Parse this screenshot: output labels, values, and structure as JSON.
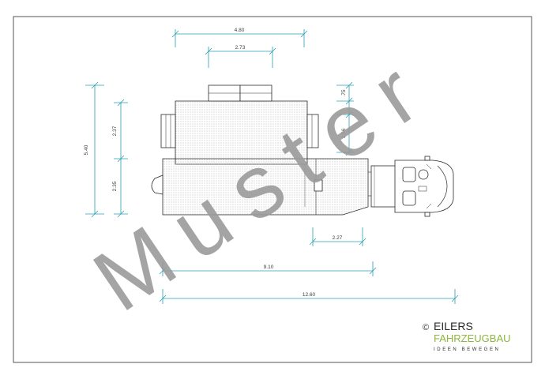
{
  "dimensions": {
    "top_outer": "4.80",
    "top_inner": "2.73",
    "left_total": "5.40",
    "left_upper": "2.37",
    "left_lower": "2.35",
    "right_upper": ".75",
    "right_lower": "1.56",
    "hitch": "2.27",
    "trailer_length": "9.10",
    "total_length": "12.60"
  },
  "watermark": "Muster",
  "logo": {
    "copyright": "©",
    "brand": "EILERS",
    "product": "FAHRZEUGBAU",
    "tagline": "IDEEN BEWEGEN",
    "colors": {
      "green": "#8cb63c",
      "dark": "#2b2b2b"
    }
  },
  "colors": {
    "dimension": "#2a9fb0",
    "outline": "#2b2b2b",
    "watermark": "#9a9a9a"
  }
}
